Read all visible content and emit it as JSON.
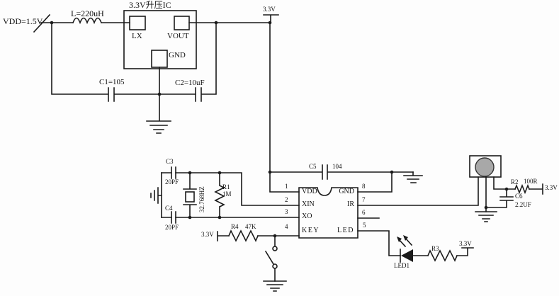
{
  "boost": {
    "vdd_source": "VDD=1.5V",
    "inductor": "L=220uH",
    "ic_title": "3.3V升压IC",
    "pin_lx": "LX",
    "pin_vout": "VOUT",
    "pin_gnd": "GND",
    "c1": "C1=105",
    "c2": "C2=10uF",
    "rail": "3.3V"
  },
  "mcu": {
    "pin_numbers": {
      "p1": "1",
      "p2": "2",
      "p3": "3",
      "p4": "4",
      "p5": "5",
      "p6": "6",
      "p7": "7",
      "p8": "8"
    },
    "pin_names": {
      "vdd": "VDD",
      "xin": "XIN",
      "xo": "XO",
      "key": "KEY",
      "gnd": "GND",
      "ir": "IR",
      "led": "LED"
    },
    "c5_name": "C5",
    "c5_value": "104"
  },
  "crystal_circuit": {
    "c3_name": "C3",
    "c3_value": "20PF",
    "c4_name": "C4",
    "c4_value": "20PF",
    "crystal_value": "32.768HZ",
    "r1_name": "R1",
    "r1_value": "1M"
  },
  "key_circuit": {
    "supply": "3.3V",
    "r4_name": "R4",
    "r4_value": "47K"
  },
  "ir_circuit": {
    "r2_name": "R2",
    "r2_value": "100R",
    "supply": "3.3V",
    "c6_name": "C6",
    "c6_value": "2.2UF"
  },
  "led_circuit": {
    "led_name": "LED1",
    "r3_name": "R3",
    "supply": "3.3V"
  }
}
